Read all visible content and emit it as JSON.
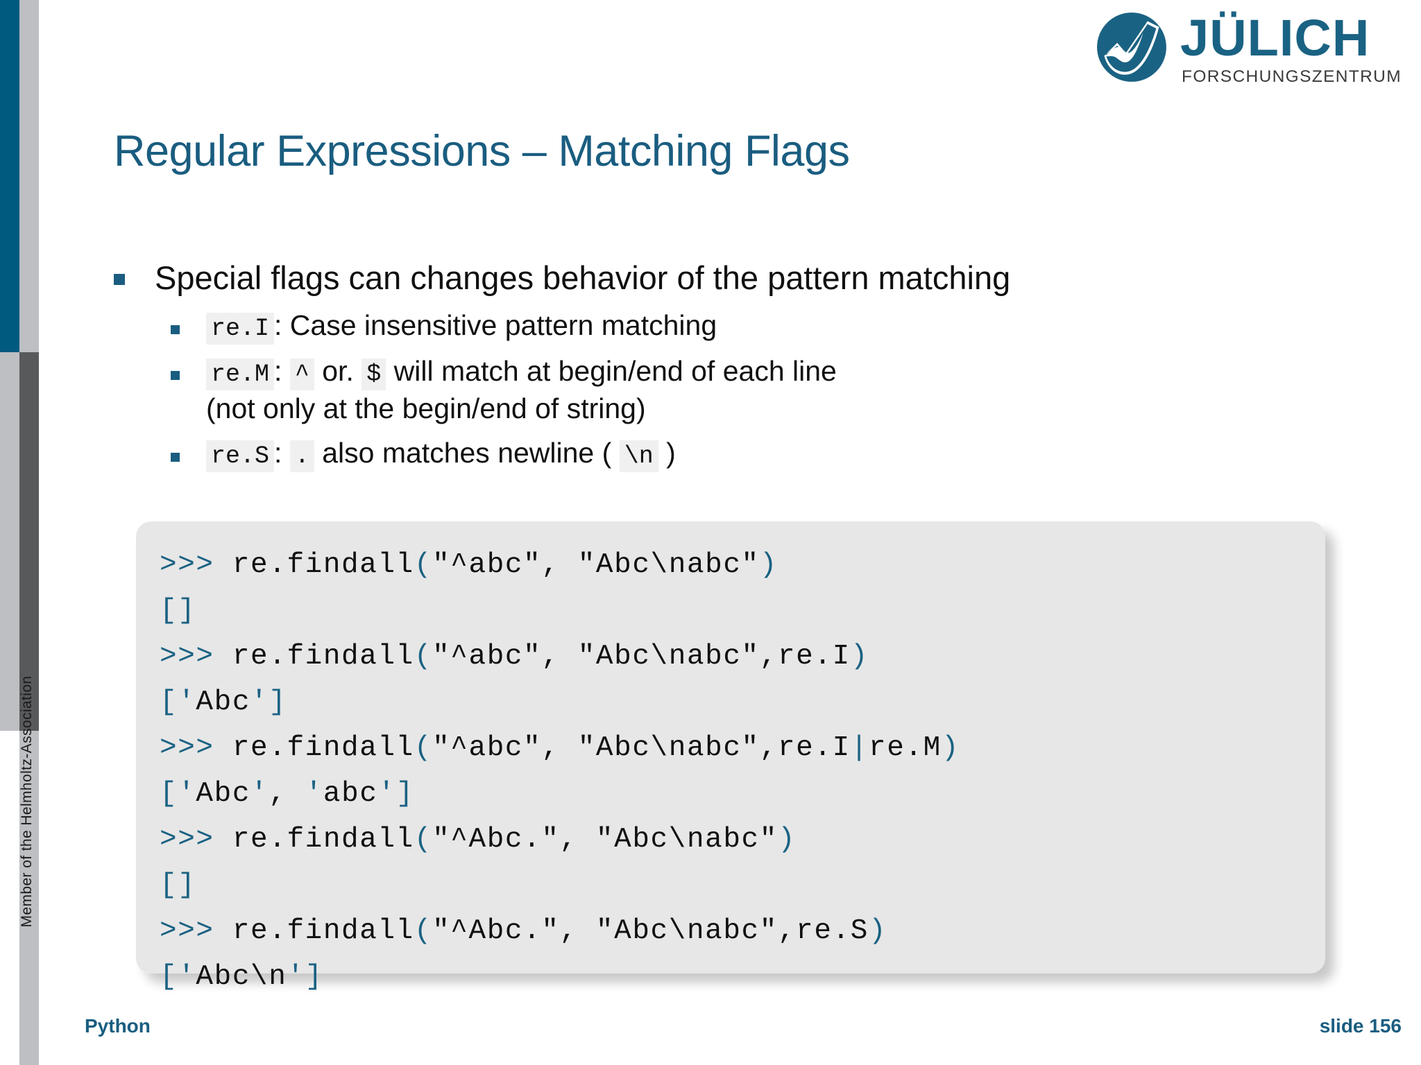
{
  "sidebar": {
    "vertical_text": "Member of the Helmholtz-Association",
    "teal_color": "#005a80",
    "grey_color": "#bdbfc2",
    "dark_grey_color": "#58595b"
  },
  "logo": {
    "mark": "juelich-swoosh-icon",
    "title": "JÜLICH",
    "subtitle": "FORSCHUNGSZENTRUM",
    "color": "#1a6283"
  },
  "header": {
    "title": "Regular Expressions – Matching Flags",
    "title_color": "#1a5d80"
  },
  "content": {
    "bullet": {
      "text": "Special flags can changes behavior of the pattern matching"
    },
    "sub_bullets": [
      {
        "code": "re.I",
        "after_code": ": Case insensitive pattern matching"
      },
      {
        "code": "re.M",
        "sep1": ":",
        "code2": "^",
        "mid": "or.",
        "code3": "$",
        "after": "will match at begin/end of each line",
        "second_line": "(not only at the begin/end of string)"
      },
      {
        "code": "re.S",
        "sep1": ":",
        "code2": ".",
        "mid": "also matches newline (",
        "code3": "\\n",
        "after": ")"
      }
    ]
  },
  "console": {
    "background": "#e7e7e7",
    "accent": "#1a6283",
    "lines": [
      {
        "prompt": ">>> ",
        "code": "re.findall(\"^abc\", \"Abc\\nabc\")"
      },
      {
        "prompt": "",
        "code": "[]"
      },
      {
        "prompt": ">>> ",
        "code": "re.findall(\"^abc\", \"Abc\\nabc\",re.I)"
      },
      {
        "prompt": "",
        "code": "['Abc']"
      },
      {
        "prompt": ">>> ",
        "code": "re.findall(\"^abc\", \"Abc\\nabc\",re.I|re.M)"
      },
      {
        "prompt": "",
        "code": "['Abc', 'abc']"
      },
      {
        "prompt": ">>> ",
        "code": "re.findall(\"^Abc.\", \"Abc\\nabc\")"
      },
      {
        "prompt": "",
        "code": "[]"
      },
      {
        "prompt": ">>> ",
        "code": "re.findall(\"^Abc.\", \"Abc\\nabc\",re.S)"
      },
      {
        "prompt": "",
        "code": "['Abc\\n']"
      }
    ]
  },
  "footer": {
    "left": "Python",
    "right": "slide 156"
  }
}
